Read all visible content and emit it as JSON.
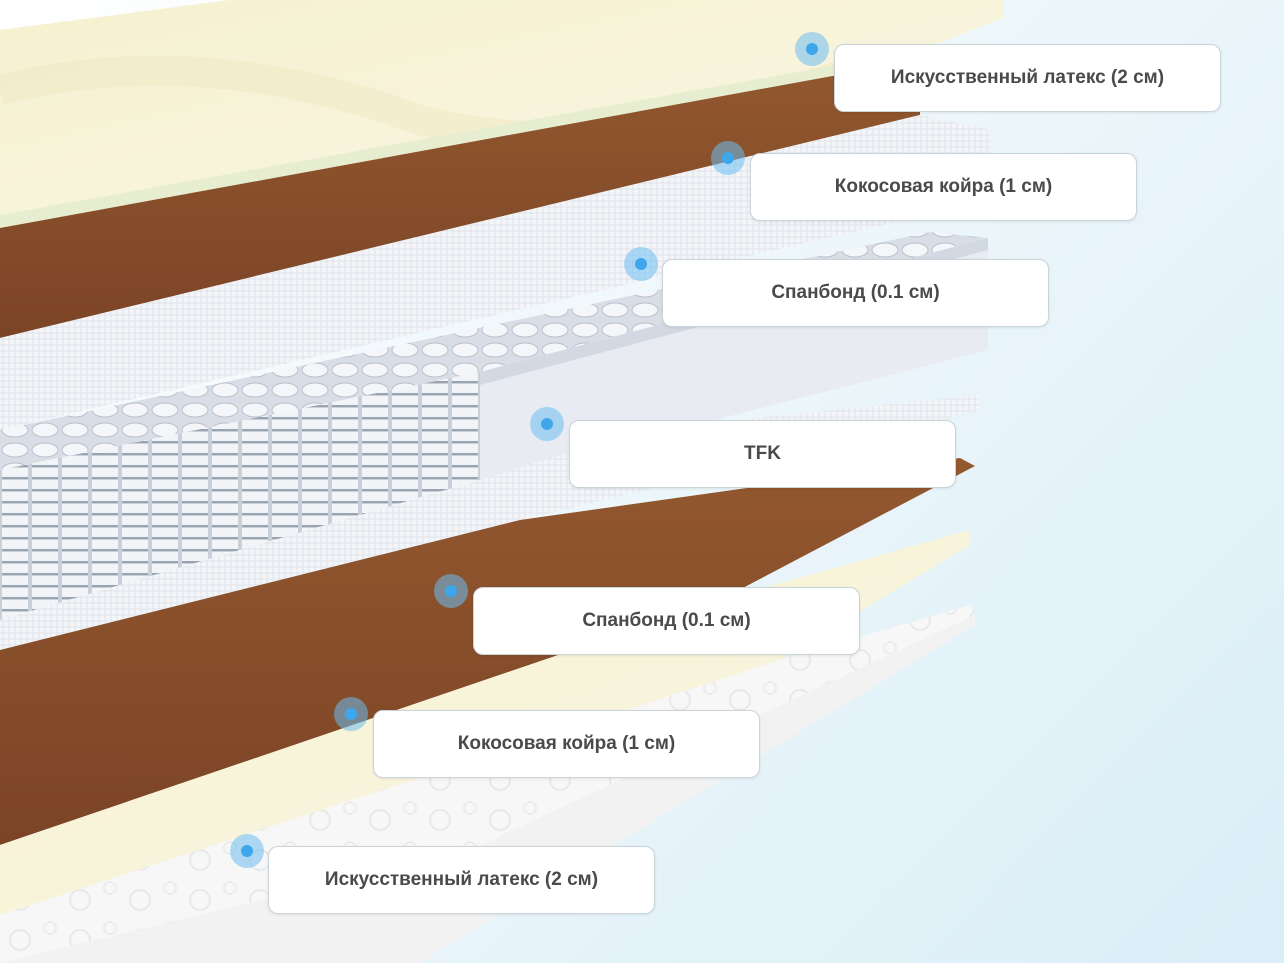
{
  "layers": [
    {
      "label": "Искусственный латекс (2 см)"
    },
    {
      "label": "Кокосовая койра (1 см)"
    },
    {
      "label": "Спанбонд (0.1 см)"
    },
    {
      "label": "TFK"
    },
    {
      "label": "Спанбонд (0.1 см)"
    },
    {
      "label": "Кокосовая койра (1 см)"
    },
    {
      "label": "Искусственный латекс (2 см)"
    }
  ],
  "colors": {
    "latex": "#f6f1d2",
    "coir": "#8a4f2c",
    "spunbond": "#f4f6f8",
    "spring_block": "#e6eaf1",
    "marker": "#3ea6ea",
    "label_text": "#4a4a4a"
  }
}
